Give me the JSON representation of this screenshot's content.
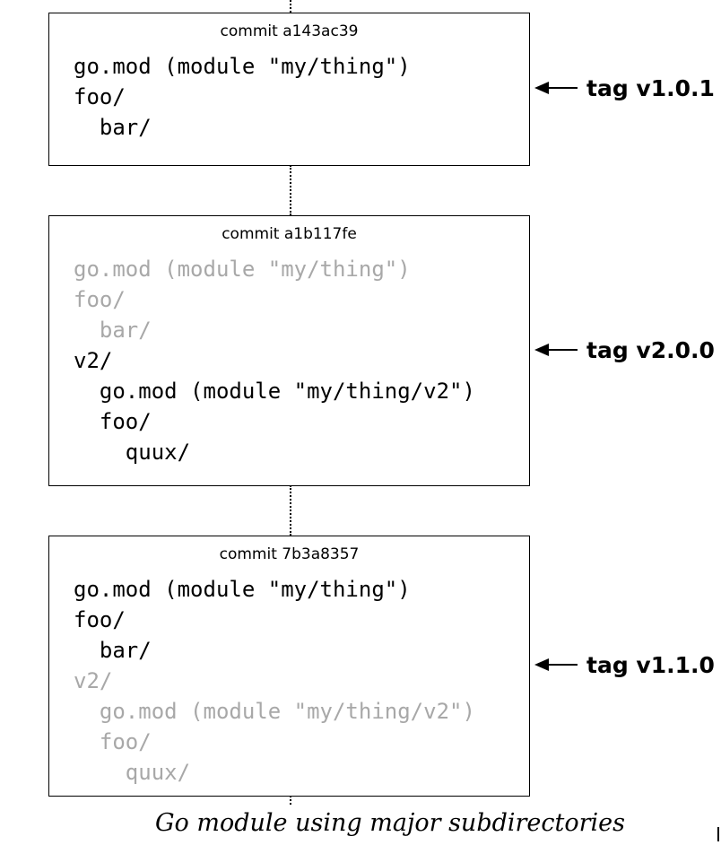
{
  "commits": [
    {
      "label": "commit a143ac39",
      "tag": "tag v1.0.1",
      "lines": [
        {
          "text": "go.mod (module \"my/thing\")",
          "state": "active"
        },
        {
          "text": "foo/",
          "state": "active"
        },
        {
          "text": "  bar/",
          "state": "active"
        }
      ]
    },
    {
      "label": "commit a1b117fe",
      "tag": "tag v2.0.0",
      "lines": [
        {
          "text": "go.mod (module \"my/thing\")",
          "state": "dim"
        },
        {
          "text": "foo/",
          "state": "dim"
        },
        {
          "text": "  bar/",
          "state": "dim"
        },
        {
          "text": "v2/",
          "state": "active"
        },
        {
          "text": "  go.mod (module \"my/thing/v2\")",
          "state": "active"
        },
        {
          "text": "  foo/",
          "state": "active"
        },
        {
          "text": "    quux/",
          "state": "active"
        }
      ]
    },
    {
      "label": "commit 7b3a8357",
      "tag": "tag v1.1.0",
      "lines": [
        {
          "text": "go.mod (module \"my/thing\")",
          "state": "active"
        },
        {
          "text": "foo/",
          "state": "active"
        },
        {
          "text": "  bar/",
          "state": "active"
        },
        {
          "text": "v2/",
          "state": "dim"
        },
        {
          "text": "  go.mod (module \"my/thing/v2\")",
          "state": "dim"
        },
        {
          "text": "  foo/",
          "state": "dim"
        },
        {
          "text": "    quux/",
          "state": "dim"
        }
      ]
    }
  ],
  "caption": "Go module using major subdirectories",
  "colors": {
    "active": "#000000",
    "dim": "#a8a8a8"
  }
}
